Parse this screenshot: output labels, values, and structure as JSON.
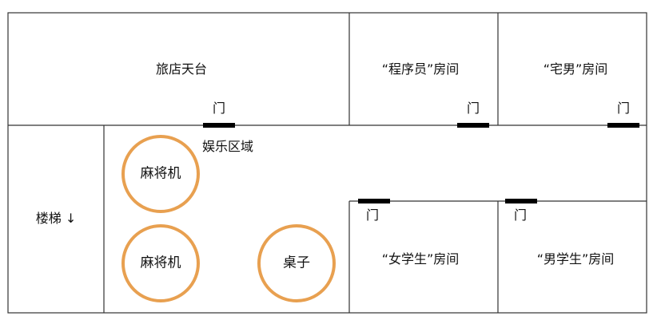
{
  "rooms": {
    "rooftop": "旅店天台",
    "programmer": "“程序员”房间",
    "otaku": "“宅男”房间",
    "entertainment": "娱乐区域",
    "stairs": "楼梯 ↓",
    "female_students": "“女学生”房间",
    "male_students": "“男学生”房间"
  },
  "door_label": "门",
  "furniture": {
    "mahjong_1": "麻将机",
    "mahjong_2": "麻将机",
    "table": "桌子"
  },
  "colors": {
    "wall": "#333333",
    "door": "#000000",
    "furniture_outline": "#e8a050"
  }
}
